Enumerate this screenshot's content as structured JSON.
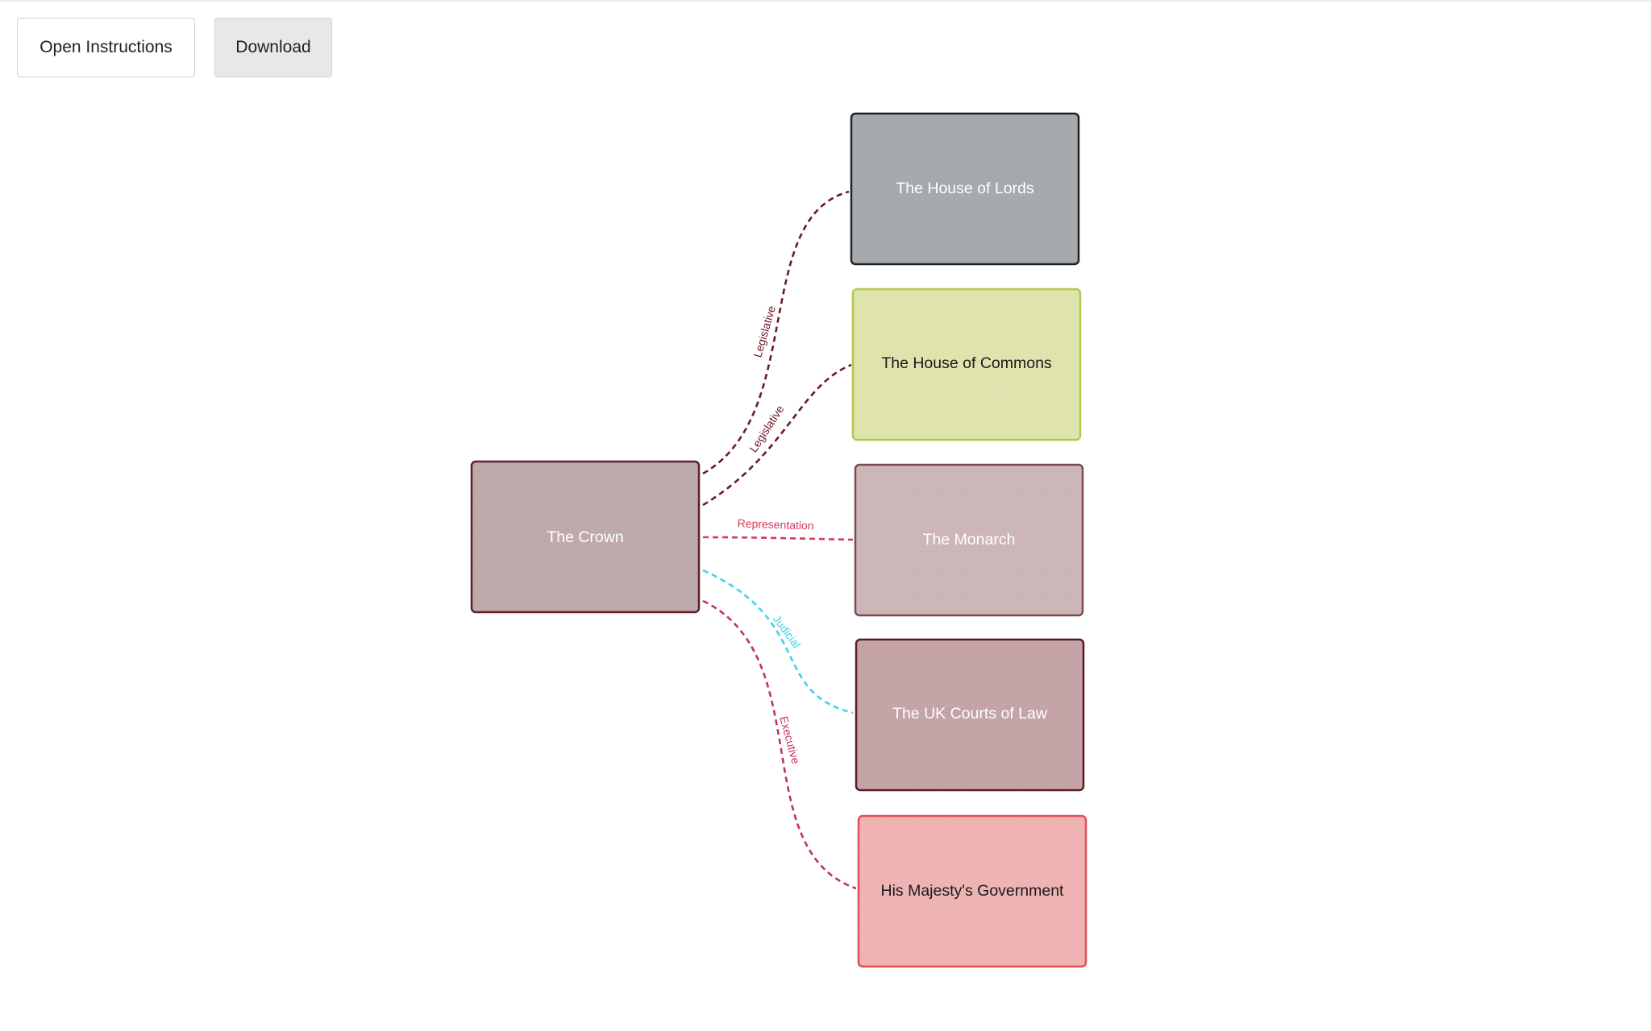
{
  "toolbar": {
    "open_instructions_label": "Open Instructions",
    "download_label": "Download"
  },
  "diagram": {
    "nodes": [
      {
        "id": "crown",
        "label": "The Crown",
        "fill": "#bfa9aa",
        "stroke": "#5e1f2b",
        "text_color": "#ffffff"
      },
      {
        "id": "lords",
        "label": "The House of Lords",
        "fill": "#a7aaac",
        "stroke": "#1e2328",
        "text_color": "#ffffff"
      },
      {
        "id": "commons",
        "label": "The House of Commons",
        "fill": "#e0e5ae",
        "stroke": "#b4c84a",
        "text_color": "#1a1a1a"
      },
      {
        "id": "monarch",
        "label": "The Monarch",
        "fill": "#cdb6b7",
        "stroke": "#7c4a50",
        "text_color": "#ffffff"
      },
      {
        "id": "courts",
        "label": "The UK Courts of Law",
        "fill": "#c4a4a6",
        "stroke": "#5b1c27",
        "text_color": "#ffffff"
      },
      {
        "id": "government",
        "label": "His Majesty's Government",
        "fill": "#efb4b3",
        "stroke": "#e04f55",
        "text_color": "#1a1a1a"
      }
    ],
    "edges": [
      {
        "from": "crown",
        "to": "lords",
        "label": "Legislative",
        "color": "#6b1a27"
      },
      {
        "from": "crown",
        "to": "commons",
        "label": "Legislative",
        "color": "#6b1a27"
      },
      {
        "from": "crown",
        "to": "monarch",
        "label": "Representation",
        "color": "#d6395b"
      },
      {
        "from": "crown",
        "to": "courts",
        "label": "Judicial",
        "color": "#3fd3e6"
      },
      {
        "from": "crown",
        "to": "government",
        "label": "Executive",
        "color": "#c1335b"
      }
    ]
  }
}
